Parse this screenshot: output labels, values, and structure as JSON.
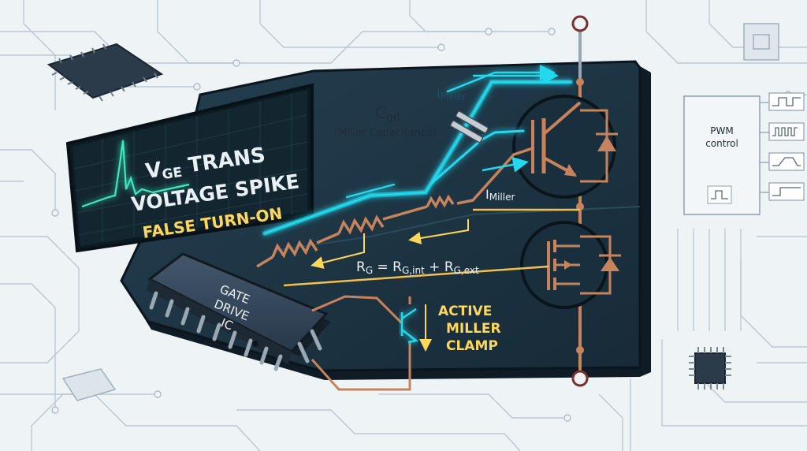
{
  "scope": {
    "line1_a": "V",
    "line1_sub": "GE",
    "line1_b": " TRANS",
    "line2": "VOLTAGE SPIKE",
    "line3": "FALSE TURN-ON"
  },
  "labels": {
    "i_miller_top": "I",
    "i_miller_top_sub": "Miller",
    "i_miller_mid": "I",
    "i_miller_mid_sub": "Miller",
    "cgd": "C",
    "cgd_sub": "gd",
    "cgd_note": "(Miller Capacitance)",
    "rg_a": "R",
    "rg_a_sub": "G",
    "rg_b": " = R",
    "rg_b_sub": "G,int",
    "rg_c": " + R",
    "rg_c_sub": "G,ext"
  },
  "gate_drive": {
    "line1": "GATE",
    "line2": "DRIVE",
    "line3": "IC"
  },
  "clamp": {
    "line1": "ACTIVE",
    "line2": "MILLER",
    "line3": "CLAMP"
  },
  "pwm": {
    "line1": "PWM",
    "line2": "control"
  },
  "colors": {
    "panel": "#1e3443",
    "panel_edge": "#0f1c26",
    "cyan": "#22d9ee",
    "copper": "#c7845c",
    "yellow": "#ffd75a",
    "background": "#eef3f6",
    "trace": "#b9c7d2"
  }
}
